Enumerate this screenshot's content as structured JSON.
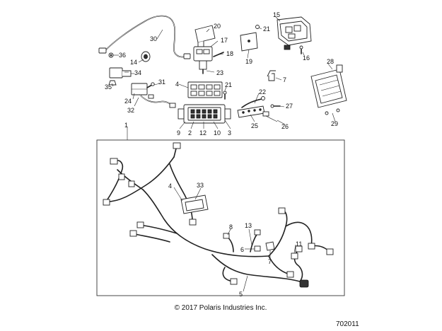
{
  "callouts": {
    "c1": "1",
    "c2": "2",
    "c3": "3",
    "c4a": "4",
    "c4b": "4",
    "c5": "5",
    "c6": "6",
    "c7a": "7",
    "c7b": "7",
    "c8": "8",
    "c9": "9",
    "c10": "10",
    "c11": "11",
    "c12": "12",
    "c13": "13",
    "c14": "14",
    "c15": "15",
    "c16": "16",
    "c17": "17",
    "c18": "18",
    "c19": "19",
    "c20": "20",
    "c21a": "21",
    "c21b": "21",
    "c22": "22",
    "c23": "23",
    "c24": "24",
    "c25": "25",
    "c26": "26",
    "c27": "27",
    "c28": "28",
    "c29": "29",
    "c30": "30",
    "c31": "31",
    "c32": "32",
    "c33": "33",
    "c34": "34",
    "c35": "35",
    "c36": "36"
  },
  "footer": {
    "copyright": "© 2017 Polaris Industries Inc.",
    "diagram_number": "702011"
  }
}
